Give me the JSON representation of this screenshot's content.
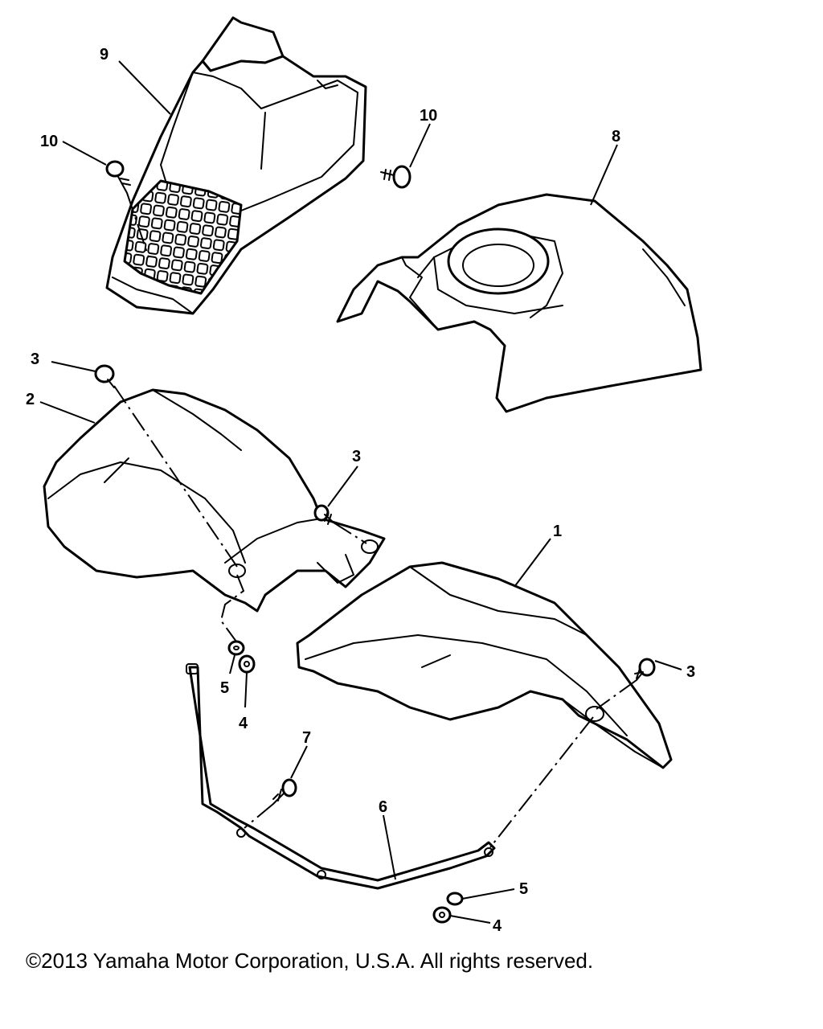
{
  "callouts": {
    "fender_front": "1",
    "fender_rear": "2",
    "bolt_rear_top": "3",
    "bolt_rear_mid": "3",
    "bolt_front": "3",
    "nut_left": "4",
    "nut_right": "4",
    "washer_left": "5",
    "washer_right": "5",
    "stay": "6",
    "bolt_stay": "7",
    "tank_cover": "8",
    "headlight_cover": "9",
    "screw_left": "10",
    "screw_right": "10"
  },
  "copyright": "©2013 Yamaha Motor Corporation, U.S.A. All rights reserved."
}
